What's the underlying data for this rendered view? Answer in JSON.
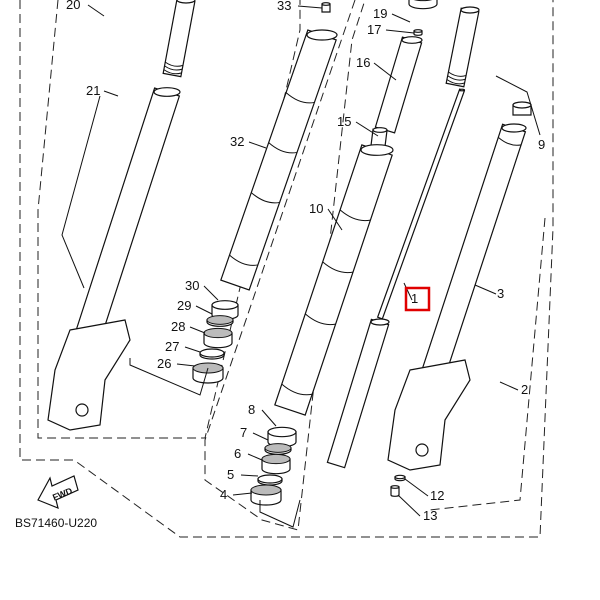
{
  "diagram": {
    "code": "BS71460-U220",
    "fwd_label": "FWD",
    "highlight_color": "#e00000",
    "highlighted_part": "1",
    "callouts": [
      "20",
      "33",
      "19",
      "17",
      "16",
      "15",
      "32",
      "21",
      "10",
      "9",
      "1",
      "3",
      "30",
      "29",
      "28",
      "27",
      "26",
      "2",
      "8",
      "7",
      "6",
      "5",
      "4",
      "12",
      "13"
    ]
  }
}
